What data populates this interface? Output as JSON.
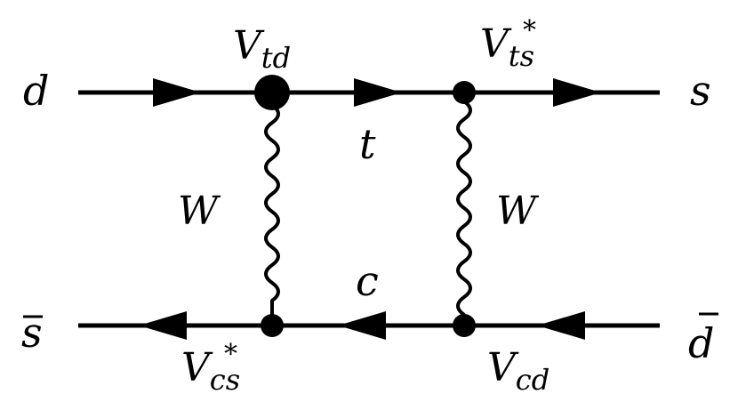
{
  "diagram": {
    "external": {
      "in_top": "d",
      "out_top": "s",
      "in_bottom_bar": "s",
      "out_bottom_bar": "d"
    },
    "propagators": {
      "top_internal": "t",
      "bottom_internal": "c",
      "left_boson": "W",
      "right_boson": "W"
    },
    "couplings": {
      "top_left": {
        "base": "V",
        "sub": "td",
        "sup": ""
      },
      "top_right": {
        "base": "V",
        "sub": "ts",
        "sup": "*"
      },
      "bottom_left": {
        "base": "V",
        "sub": "cs",
        "sup": "*"
      },
      "bottom_right": {
        "base": "V",
        "sub": "cd",
        "sup": ""
      }
    },
    "colors": {
      "ink": "#000000",
      "background": "#ffffff"
    }
  }
}
